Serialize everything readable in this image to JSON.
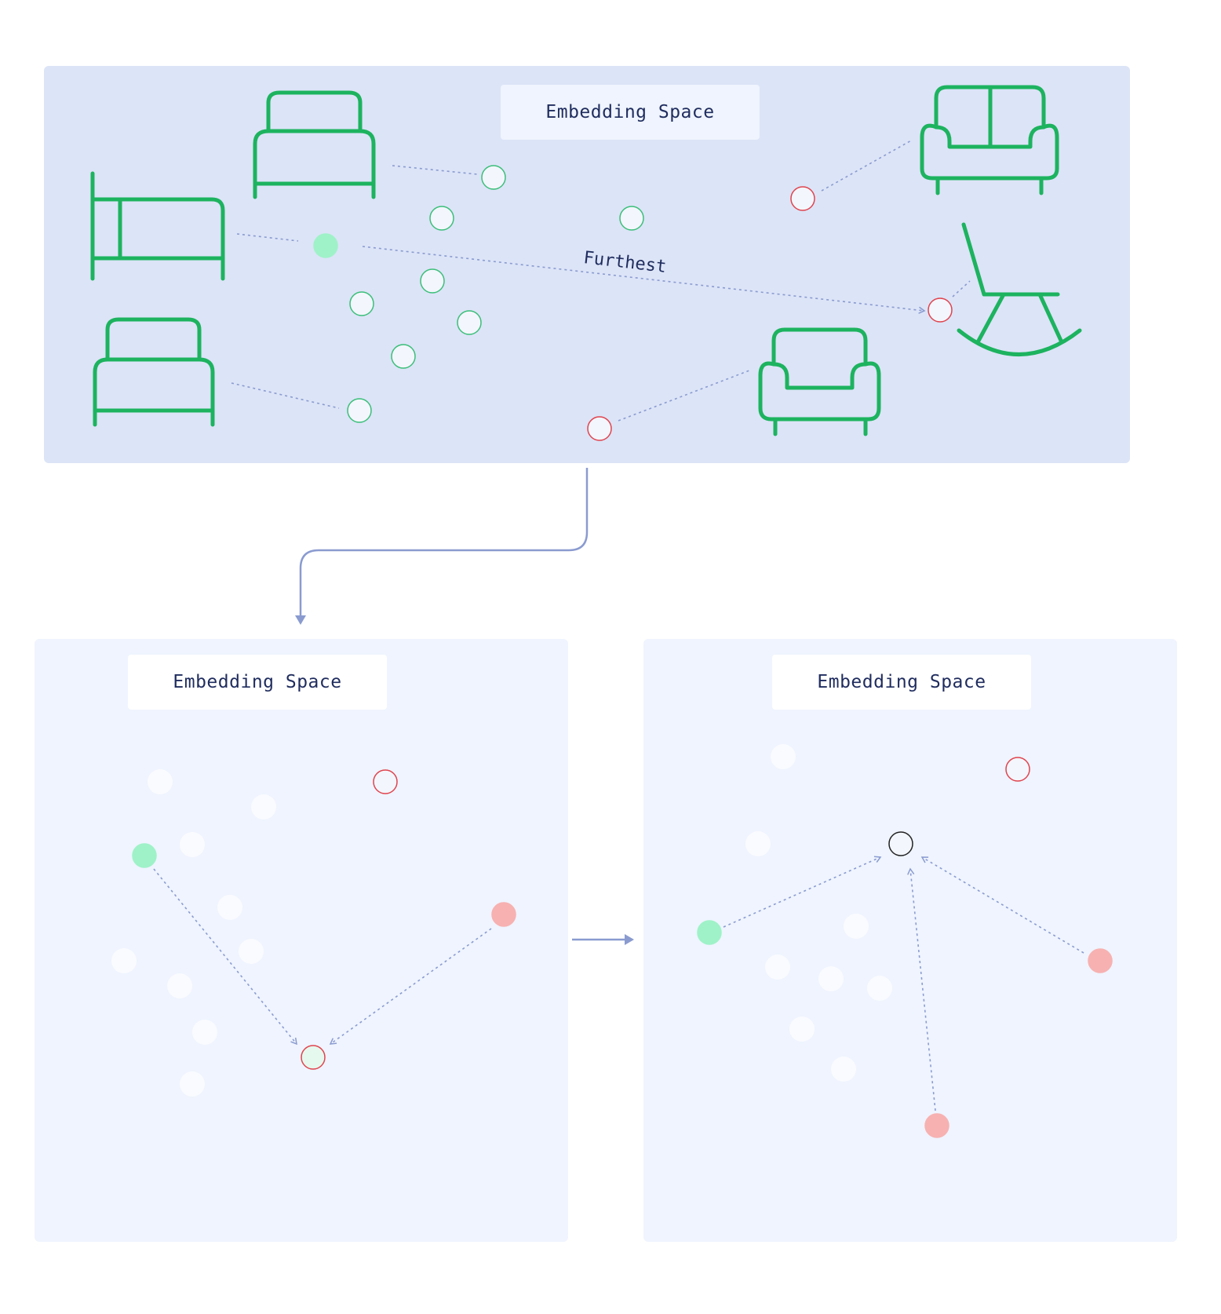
{
  "panels": {
    "top": {
      "title": "Embedding Space",
      "edge_label": "Furthest"
    },
    "left": {
      "title": "Embedding Space"
    },
    "right": {
      "title": "Embedding Space"
    }
  },
  "icons": [
    "bed-icon",
    "bed-icon",
    "bed-icon",
    "sofa-icon",
    "armchair-icon",
    "rocking-chair-icon"
  ],
  "colors": {
    "panel_top_bg": "#dce4f7",
    "panel_bottom_bg": "#eff4fe",
    "furniture_green": "#1db35f",
    "anchor_fill": "#9ff2c8",
    "positive_outline": "#3bbf79",
    "negative_outline": "#e0444e",
    "negative_fill": "#f7b1b1",
    "arrow": "#8a9bd0",
    "text": "#1f2c5e"
  }
}
